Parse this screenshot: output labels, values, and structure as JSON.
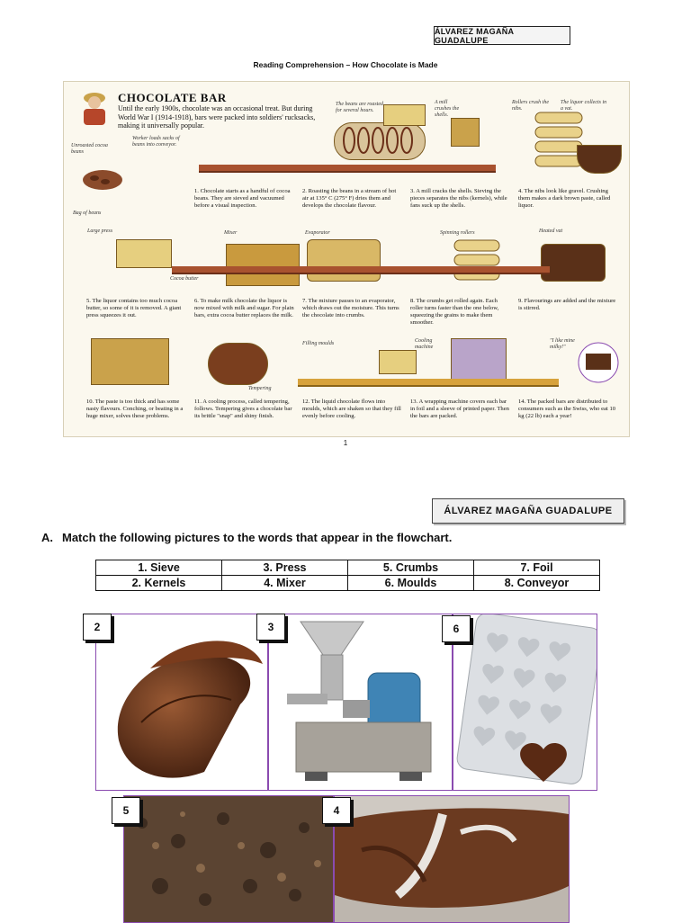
{
  "page1": {
    "student_name": "ÁLVAREZ MAGAÑA GUADALUPE",
    "title": "Reading Comprehension – How Chocolate is Made",
    "page_number": "1",
    "infographic": {
      "heading": "CHOCOLATE BAR",
      "intro": "Until the early 1900s, chocolate was an occasional treat. But during World War I (1914-1918), bars were packed into soldiers' rucksacks, making it universally popular.",
      "captions": {
        "unroasted": "Unroasted cocoa beans",
        "worker": "Worker loads sacks of beans into conveyor.",
        "bag": "Bag of beans",
        "roasted": "The beans are roasted for several hours.",
        "mill": "A mill crushes the shells.",
        "rollers": "Rollers crush the nibs.",
        "liquor_vat": "The liquor collects in a vat.",
        "large_press": "Large press",
        "mixer": "Mixer",
        "evaporator": "Evaporator",
        "spinning": "Spinning rollers",
        "heated_vat": "Heated vat",
        "cocoa_butter": "Cocoa butter",
        "filling": "Filling moulds",
        "cooling": "Cooling machine",
        "tempering": "Tempering",
        "like_milky": "\"I like mine milky!\""
      },
      "steps": [
        "1. Chocolate starts as a handful of cocoa beans. They are sieved and vacuumed before a visual inspection.",
        "2. Roasting the beans in a stream of hot air at 135° C (275° F) dries them and develops the chocolate flavour.",
        "3. A mill cracks the shells. Sieving the pieces separates the nibs (kernels), while fans suck up the shells.",
        "4. The nibs look like gravel. Crushing them makes a dark brown paste, called liquor.",
        "5. The liquor contains too much cocoa butter, so some of it is removed. A giant press squeezes it out.",
        "6. To make milk chocolate the liquor is now mixed with milk and sugar. For plain bars, extra cocoa butter replaces the milk.",
        "7. The mixture passes to an evaporator, which draws out the moisture. This turns the chocolate into crumbs.",
        "8. The crumbs get rolled again. Each roller turns faster than the one below, squeezing the grains to make them smoother.",
        "9. Flavourings are added and the mixture is stirred.",
        "10. The paste is too thick and has some nasty flavours. Conching, or beating in a huge mixer, solves these problems.",
        "11. A cooling process, called tempering, follows. Tempering gives a chocolate bar its brittle \"snap\" and shiny finish.",
        "12. The liquid chocolate flows into moulds, which are shaken so that they fill evenly before cooling.",
        "13. A wrapping machine covers each bar in foil and a sleeve of printed paper. Then the bars are packed.",
        "14. The packed bars are distributed to consumers such as the Swiss, who eat 10 kg (22 lb) each a year!"
      ]
    }
  },
  "page2": {
    "student_name": "ÁLVAREZ MAGAÑA GUADALUPE",
    "instruction_letter": "A.",
    "instruction": "Match the following pictures to the words that appear in the flowchart.",
    "word_table": [
      [
        "1. Sieve",
        "3. Press",
        "5. Crumbs",
        "7. Foil"
      ],
      [
        "2. Kernels",
        "4. Mixer",
        "6. Moulds",
        "8. Conveyor"
      ]
    ],
    "picture_numbers": [
      "2",
      "3",
      "6",
      "5",
      "4"
    ],
    "colors": {
      "picture_border": "#8a4bb0",
      "chocolate": "#5a3018",
      "conveyor": "#a8522f"
    }
  }
}
